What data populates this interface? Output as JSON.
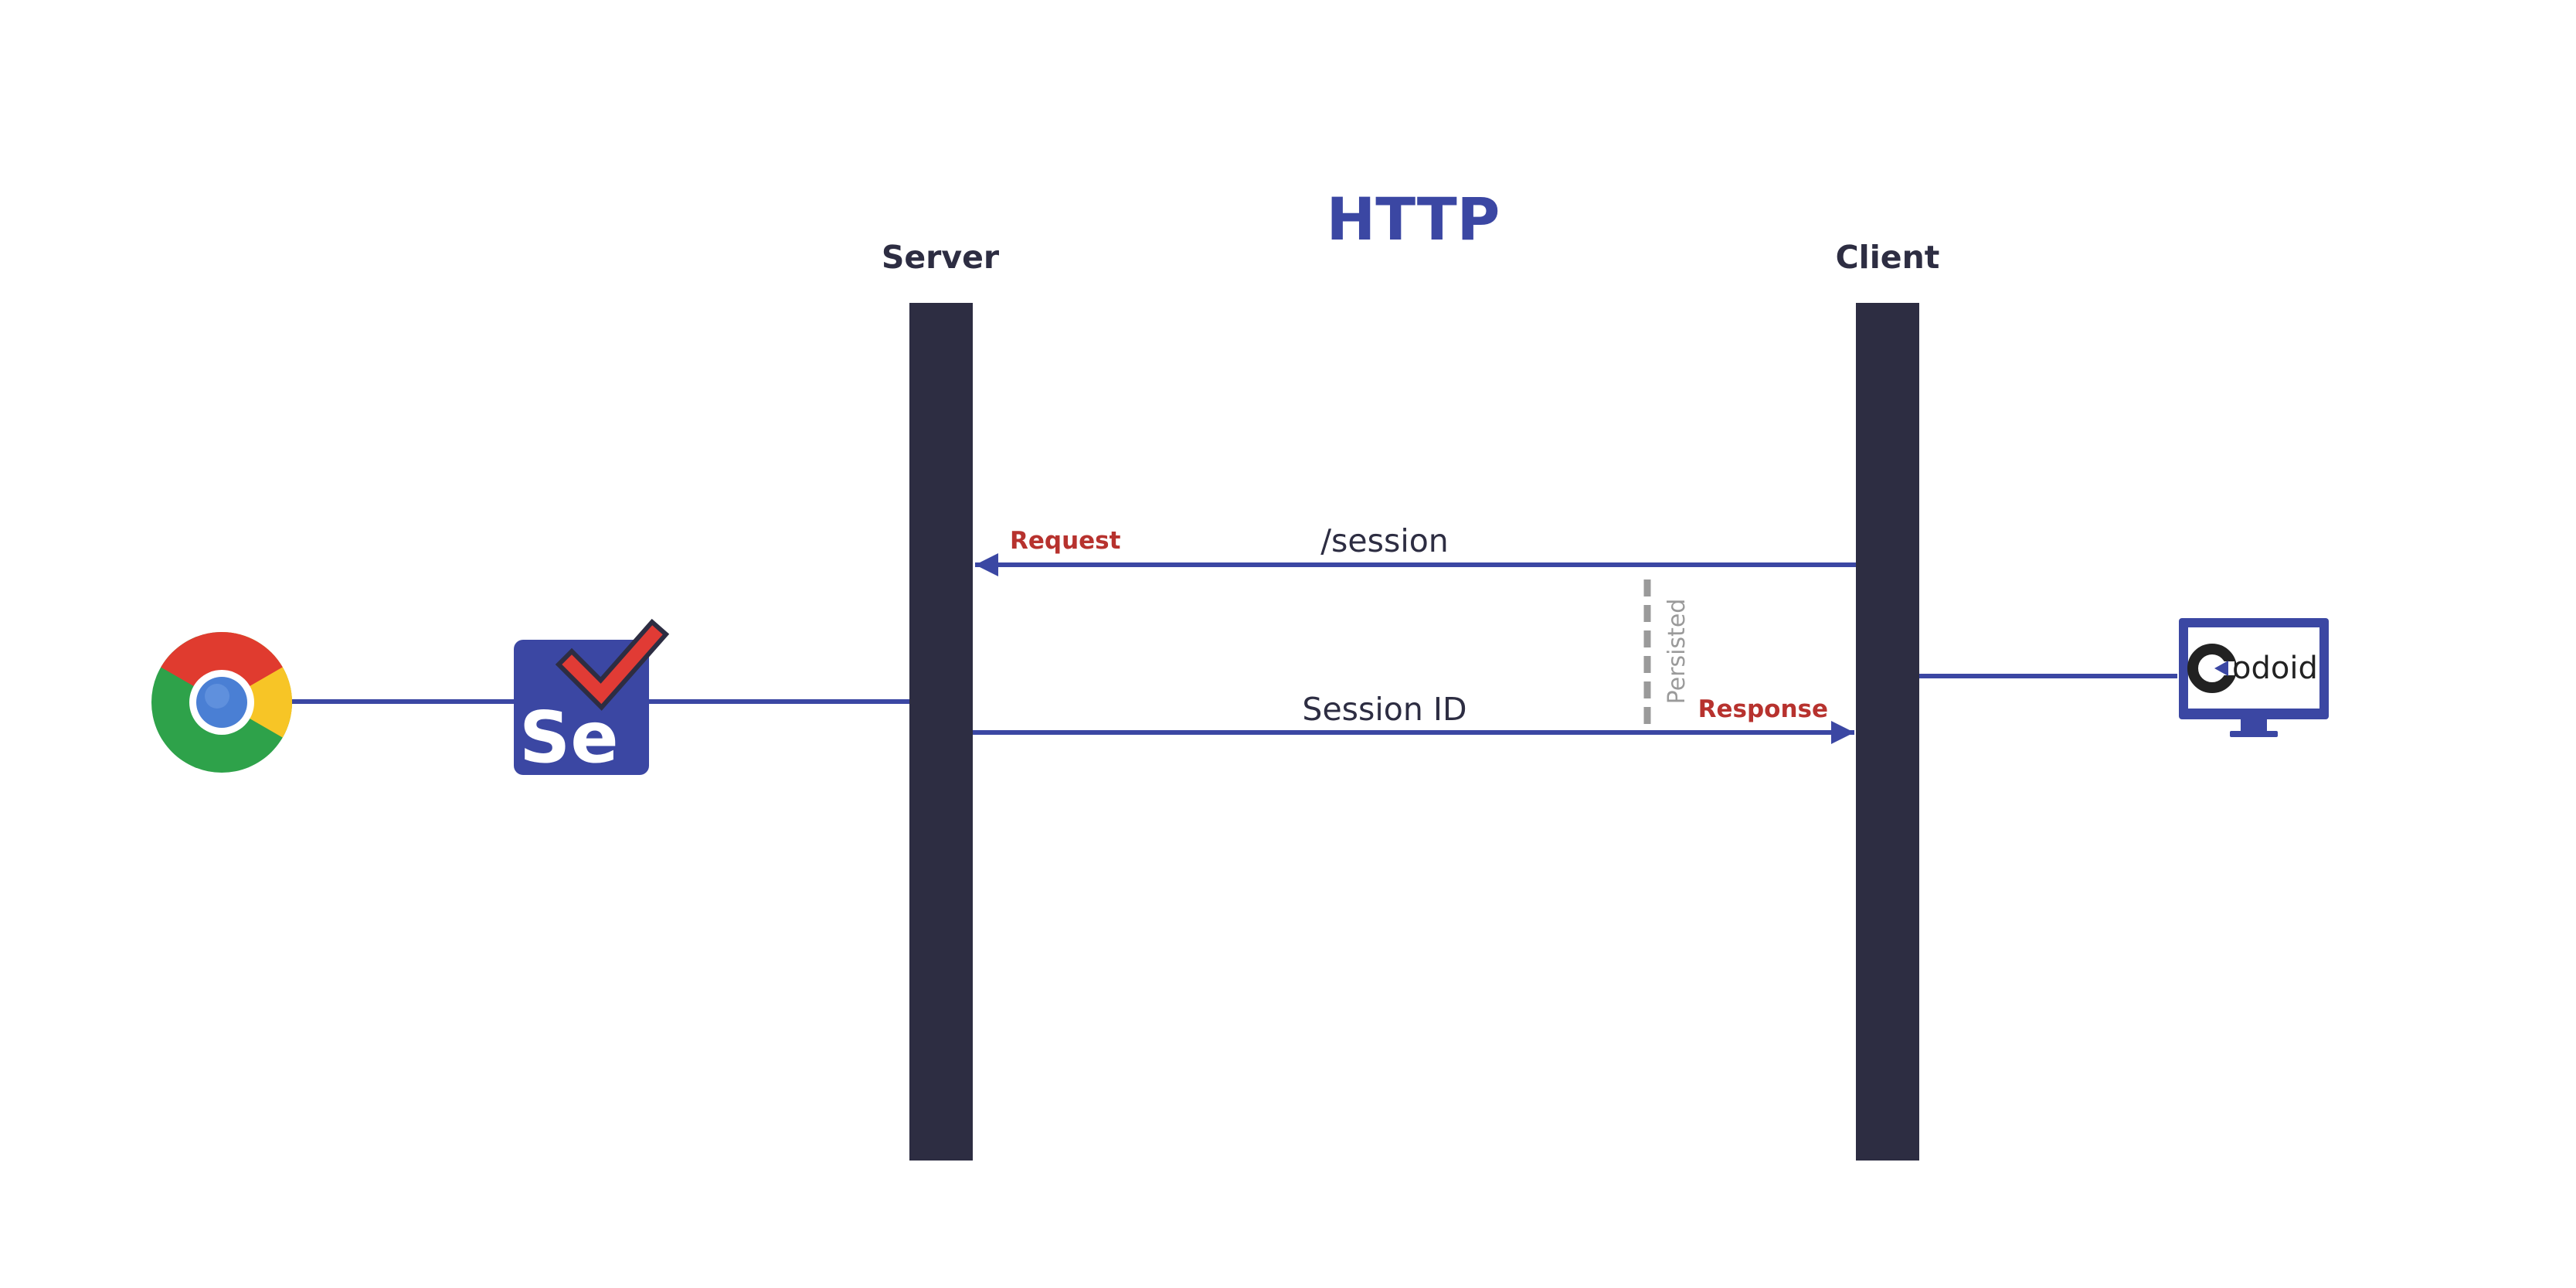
{
  "title": "HTTP",
  "server_label": "Server",
  "client_label": "Client",
  "messages": {
    "request": {
      "text": "/session",
      "tag": "Request"
    },
    "response": {
      "text": "Session ID",
      "tag": "Response"
    },
    "note": "Persisted"
  },
  "selenium_logo_text": "Se",
  "codoid_logo_text": "odoid",
  "colors": {
    "accent": "#3b47a3",
    "bar": "#2d2d42",
    "tag": "#b7322e",
    "note": "#9a9a9a",
    "check_red": "#e13b35"
  }
}
